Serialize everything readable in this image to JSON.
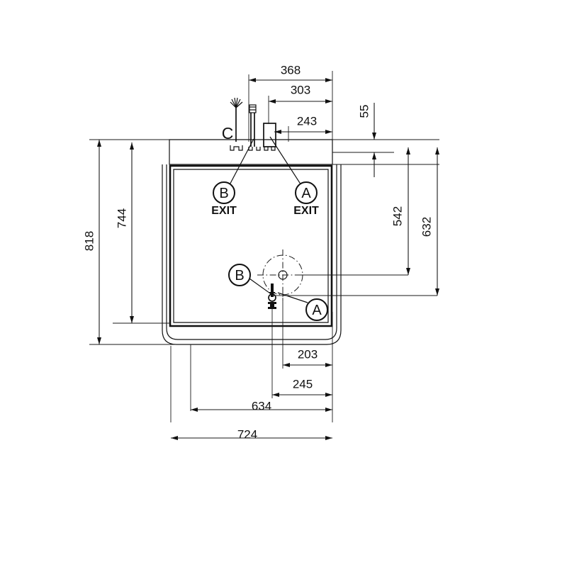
{
  "drawing": {
    "title": "Appliance plan-view dimensioned technical drawing",
    "background_color": "#ffffff",
    "line_color": "#111111",
    "units_note": "",
    "top_dimensions": [
      {
        "id": "dim-368",
        "value": "368",
        "orientation": "horizontal"
      },
      {
        "id": "dim-303",
        "value": "303",
        "orientation": "horizontal"
      },
      {
        "id": "dim-243",
        "value": "243",
        "orientation": "horizontal"
      }
    ],
    "right_dimensions": [
      {
        "id": "dim-55",
        "value": "55",
        "orientation": "vertical"
      },
      {
        "id": "dim-542",
        "value": "542",
        "orientation": "vertical"
      },
      {
        "id": "dim-632",
        "value": "632",
        "orientation": "vertical"
      }
    ],
    "left_dimensions": [
      {
        "id": "dim-818",
        "value": "818",
        "orientation": "vertical"
      },
      {
        "id": "dim-744",
        "value": "744",
        "orientation": "vertical"
      }
    ],
    "bottom_dimensions": [
      {
        "id": "dim-203",
        "value": "203",
        "orientation": "horizontal"
      },
      {
        "id": "dim-245",
        "value": "245",
        "orientation": "horizontal"
      },
      {
        "id": "dim-634",
        "value": "634",
        "orientation": "horizontal"
      },
      {
        "id": "dim-724",
        "value": "724",
        "orientation": "horizontal"
      }
    ],
    "callouts": [
      {
        "id": "callout-b-top",
        "label": "B",
        "sub_label": "EXIT"
      },
      {
        "id": "callout-a-top",
        "label": "A",
        "sub_label": "EXIT"
      },
      {
        "id": "callout-b-bottom",
        "label": "B",
        "sub_label": ""
      },
      {
        "id": "callout-a-bottom",
        "label": "A",
        "sub_label": ""
      }
    ],
    "tags": [
      {
        "id": "tag-c",
        "label": "C"
      }
    ],
    "features": {
      "cable_label": "flex-cable-symbol",
      "stud_label": "threaded-stud-symbol",
      "box_label": "terminal-box-symbol",
      "valve_label": "gas-valve-symbol",
      "burner_circle_label": "burner-center-circle"
    }
  }
}
